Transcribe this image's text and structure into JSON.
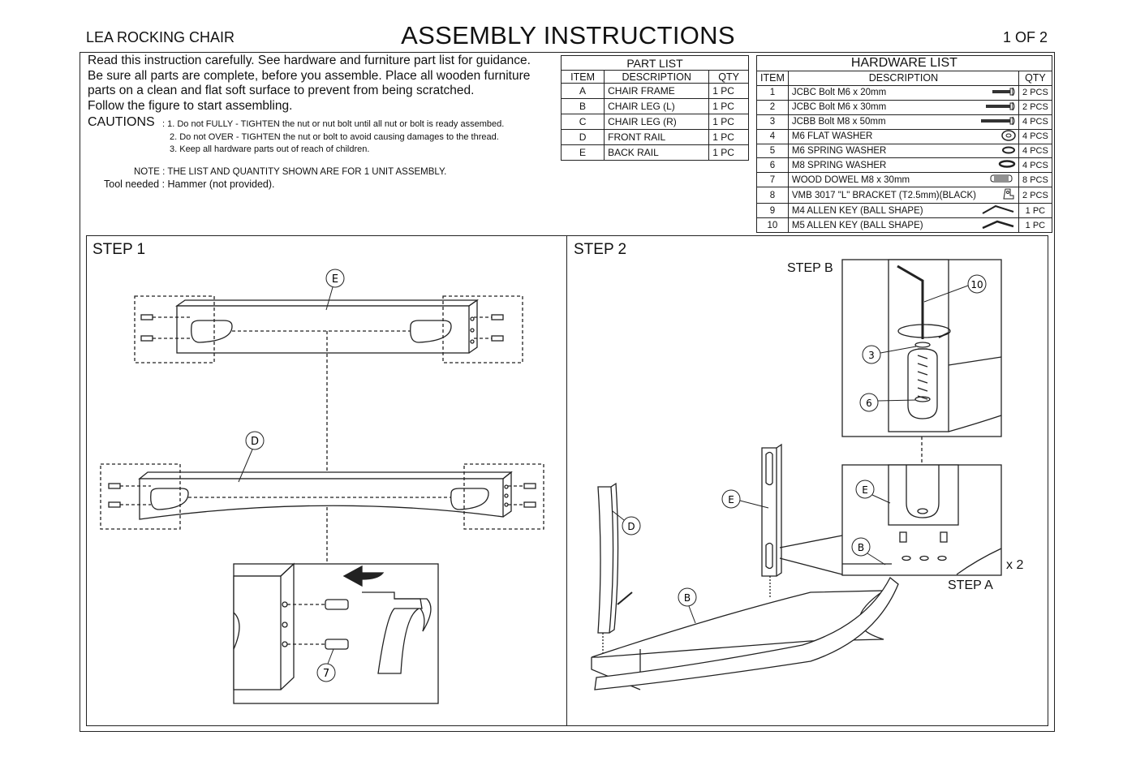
{
  "header": {
    "product_name": "LEA ROCKING CHAIR",
    "title": "ASSEMBLY INSTRUCTIONS",
    "page": "1 OF 2"
  },
  "intro": {
    "lines": [
      "Read this instruction carefully. See hardware and furniture part list for guidance.",
      "Be sure all parts are complete, before you assemble. Place all wooden furniture",
      "parts on a clean and flat soft surface to prevent from being scratched.",
      "Follow the figure to start assembling."
    ],
    "cautions_label": "CAUTIONS",
    "cautions": [
      ": 1. Do not FULLY - TIGHTEN the nut or nut bolt until all nut or bolt is ready assembed.",
      "2. Do not OVER - TIGHTEN the nut or bolt to avoid causing damages to the thread.",
      "3. Keep all hardware parts out of reach of children."
    ],
    "note": "NOTE : THE LIST AND QUANTITY SHOWN ARE FOR 1 UNIT ASSEMBLY.",
    "tool": "Tool needed : Hammer (not provided)."
  },
  "part_list": {
    "title": "PART LIST",
    "headers": [
      "ITEM",
      "DESCRIPTION",
      "QTY"
    ],
    "rows": [
      {
        "item": "A",
        "description": "CHAIR FRAME",
        "qty": "1 PC"
      },
      {
        "item": "B",
        "description": "CHAIR LEG (L)",
        "qty": "1 PC"
      },
      {
        "item": "C",
        "description": "CHAIR LEG (R)",
        "qty": "1 PC"
      },
      {
        "item": "D",
        "description": "FRONT RAIL",
        "qty": "1 PC"
      },
      {
        "item": "E",
        "description": "BACK RAIL",
        "qty": "1 PC"
      }
    ]
  },
  "hardware_list": {
    "title": "HARDWARE LIST",
    "headers": [
      "ITEM",
      "DESCRIPTION",
      "QTY"
    ],
    "rows": [
      {
        "item": "1",
        "description": "JCBC Bolt M6 x 20mm",
        "qty": "2 PCS",
        "icon": "bolt-short-icon"
      },
      {
        "item": "2",
        "description": "JCBC Bolt M6 x 30mm",
        "qty": "2 PCS",
        "icon": "bolt-medium-icon"
      },
      {
        "item": "3",
        "description": "JCBB Bolt M8 x 50mm",
        "qty": "4 PCS",
        "icon": "bolt-long-icon"
      },
      {
        "item": "4",
        "description": "M6 FLAT WASHER",
        "qty": "4 PCS",
        "icon": "flat-washer-icon"
      },
      {
        "item": "5",
        "description": "M6 SPRING WASHER",
        "qty": "4 PCS",
        "icon": "spring-washer-icon"
      },
      {
        "item": "6",
        "description": "M8 SPRING WASHER",
        "qty": "4 PCS",
        "icon": "spring-washer-icon"
      },
      {
        "item": "7",
        "description": "WOOD DOWEL M8 x 30mm",
        "qty": "8 PCS",
        "icon": "wood-dowel-icon"
      },
      {
        "item": "8",
        "description": "VMB 3017 \"L\" BRACKET (T2.5mm)(BLACK)",
        "qty": "2 PCS",
        "icon": "l-bracket-icon"
      },
      {
        "item": "9",
        "description": "M4 ALLEN KEY (BALL SHAPE)",
        "qty": "1 PC",
        "icon": "allen-key-icon"
      },
      {
        "item": "10",
        "description": "M5 ALLEN KEY (BALL SHAPE)",
        "qty": "1 PC",
        "icon": "allen-key-icon"
      }
    ]
  },
  "step1": {
    "title": "STEP 1",
    "callouts": {
      "back_rail": "E",
      "front_rail": "D",
      "dowel": "7"
    }
  },
  "step2": {
    "title": "STEP 2",
    "step_b_label": "STEP B",
    "step_a_label": "STEP A",
    "multiplier": "x 2",
    "callouts": {
      "allen_key": "10",
      "bolt": "3",
      "washer": "6",
      "back_rail_detail": "E",
      "leg_detail": "B",
      "back_rail": "E",
      "front_rail": "D",
      "leg": "B"
    }
  }
}
